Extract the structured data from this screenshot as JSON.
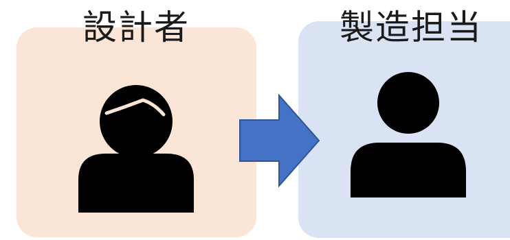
{
  "roles": {
    "designer": {
      "label": "設計者",
      "panel_color": "#fbe5d6",
      "icon": "person-with-hair-icon"
    },
    "manufacturer": {
      "label": "製造担当",
      "panel_color": "#dae3f3",
      "icon": "person-icon"
    }
  },
  "flow": {
    "direction": "right",
    "arrow_color": "#4472c4",
    "arrow_border_color": "#2f5597"
  }
}
